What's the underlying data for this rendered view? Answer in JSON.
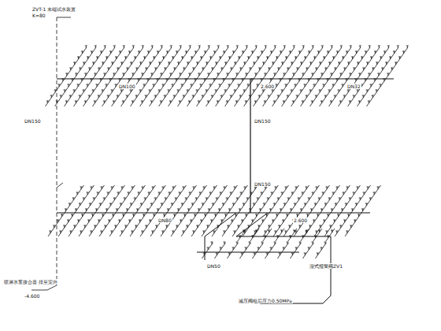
{
  "diagram": {
    "labels": [
      "ZVT-1 末端试水装置",
      "K=80",
      "DN150",
      "DN150",
      "DN150",
      "湿式报警阀ZV1",
      "减压阀组后压力0.50MPa",
      "喷淋水泵接合器 排至室外",
      "-4.600",
      "2.600",
      "2.600",
      "DN100",
      "DN80",
      "DN50",
      "DN32"
    ]
  }
}
